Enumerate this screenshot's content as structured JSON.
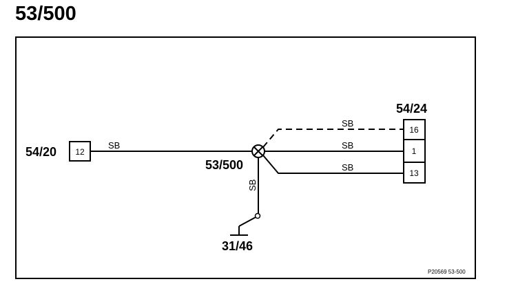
{
  "title": "53/500",
  "components": {
    "left_connector": {
      "id": "54/20",
      "pin": "12"
    },
    "splice": {
      "id": "53/500"
    },
    "right_connector": {
      "id": "54/24",
      "pins": [
        "16",
        "1",
        "13"
      ]
    },
    "ground": {
      "id": "31/46"
    }
  },
  "wires": {
    "left": "SB",
    "top_dashed": "SB",
    "middle": "SB",
    "bottom": "SB",
    "ground": "SB"
  },
  "reference": "P20569  53-500"
}
